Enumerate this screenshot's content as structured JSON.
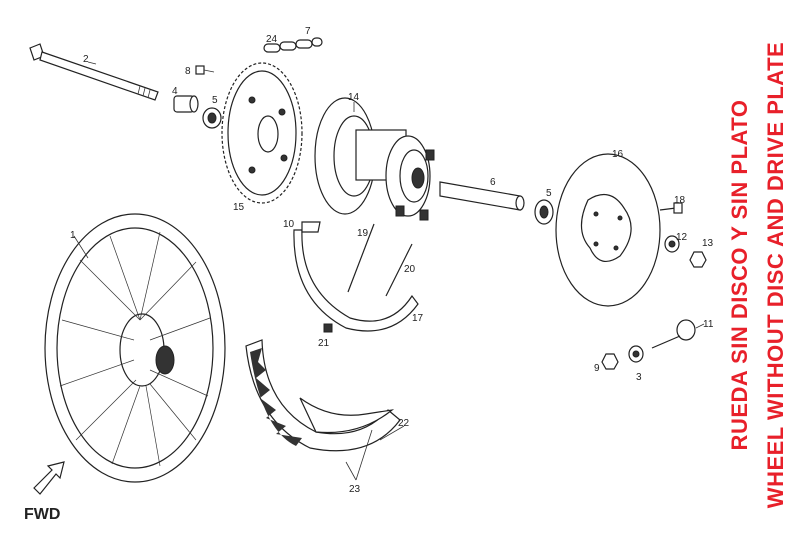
{
  "title": {
    "line_es": "RUEDA SIN DISCO Y SIN PLATO",
    "line_en": "WHEEL WITHOUT DISC AND DRIVE PLATE",
    "color": "#e8202a"
  },
  "direction_label": "FWD",
  "callouts": {
    "p1": "1",
    "p2": "2",
    "p3": "3",
    "p4": "4",
    "p5a": "5",
    "p5b": "5",
    "p6": "6",
    "p7": "7",
    "p8": "8",
    "p9": "9",
    "p10": "10",
    "p11": "11",
    "p12": "12",
    "p13": "13",
    "p14": "14",
    "p15": "15",
    "p16": "16",
    "p17": "17",
    "p18": "18",
    "p19": "19",
    "p20": "20",
    "p21": "21",
    "p22": "22",
    "p23": "23",
    "p24": "24"
  },
  "icons": {
    "direction_arrow": "fwd-arrow-icon"
  }
}
